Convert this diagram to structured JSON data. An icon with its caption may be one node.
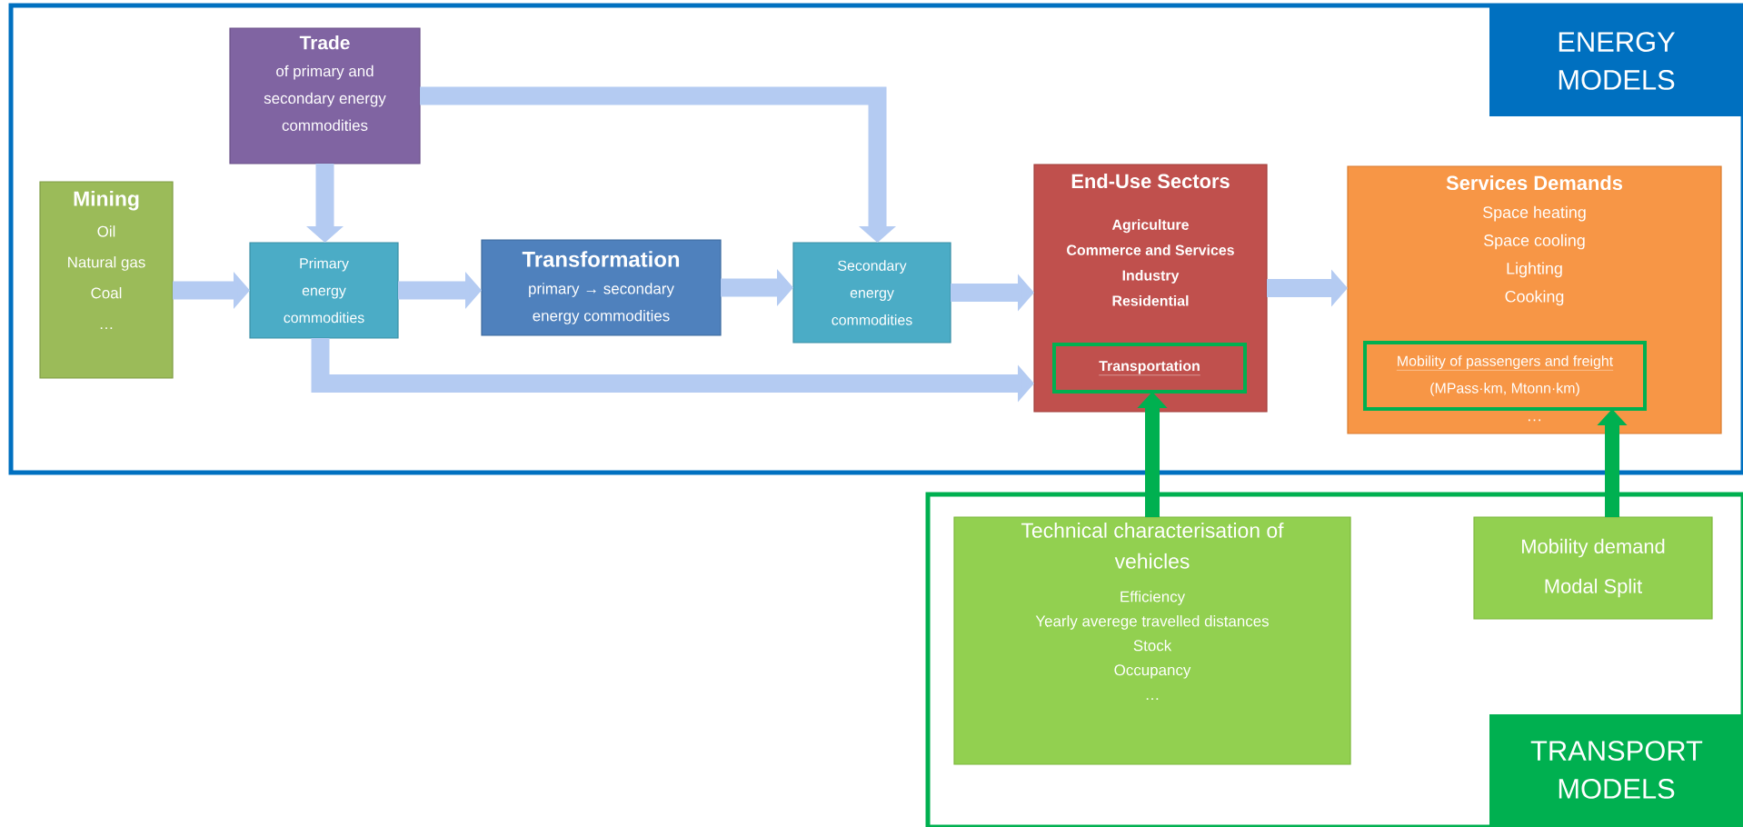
{
  "diagram": {
    "nodes": [
      {
        "text": [
          "ENERGY MODELS"
        ]
      },
      {
        "text": [
          "Trade",
          "of primary and secondary energy commodities"
        ],
        "in": 0
      },
      {
        "text": [
          "Mining",
          "Oil",
          "Natural gas",
          "Coal",
          "…"
        ],
        "in": 0
      },
      {
        "text": [
          "Primary energy commodities"
        ],
        "in": 0
      },
      {
        "text": [
          "Transformation",
          "primary → secondary energy commodities"
        ],
        "in": 0
      },
      {
        "text": [
          "Secondary energy commodities"
        ],
        "in": 0
      },
      {
        "text": [
          "End-Use Sectors",
          "Agriculture",
          "Commerce and Services",
          "Industry",
          "Residential"
        ],
        "in": 0
      },
      {
        "text": [
          "Transportation"
        ],
        "in": 6
      },
      {
        "text": [
          "Services Demands",
          "Space heating",
          "Space cooling",
          "Lighting",
          "Cooking",
          "…"
        ],
        "in": 0
      },
      {
        "text": [
          "Mobility of passengers and freight",
          "(MPass·km, Mtonn·km)"
        ],
        "in": 8
      },
      {
        "text": [
          "TRANSPORT MODELS"
        ]
      },
      {
        "text": [
          "Technical characterisation of vehicles",
          "Efficiency",
          "Yearly averege travelled distances",
          "Stock",
          "Occupancy",
          "…"
        ],
        "in": 10
      },
      {
        "text": [
          "Mobility demand",
          "Modal Split"
        ],
        "in": 10
      }
    ],
    "edges": [
      {
        "from": 2,
        "to": 3,
        "arrow": "to"
      },
      {
        "from": 1,
        "to": 3,
        "arrow": "to"
      },
      {
        "from": 3,
        "to": 4,
        "arrow": "to"
      },
      {
        "from": 4,
        "to": 5,
        "arrow": "to"
      },
      {
        "from": 1,
        "to": 5,
        "arrow": "to"
      },
      {
        "from": 5,
        "to": 6,
        "arrow": "to"
      },
      {
        "from": 3,
        "to": 6,
        "arrow": "to"
      },
      {
        "from": 6,
        "to": 8,
        "arrow": "to"
      },
      {
        "from": 11,
        "to": 7,
        "arrow": "to",
        "color": "#00b050"
      },
      {
        "from": 12,
        "to": 9,
        "arrow": "to",
        "color": "#00b050"
      }
    ]
  }
}
